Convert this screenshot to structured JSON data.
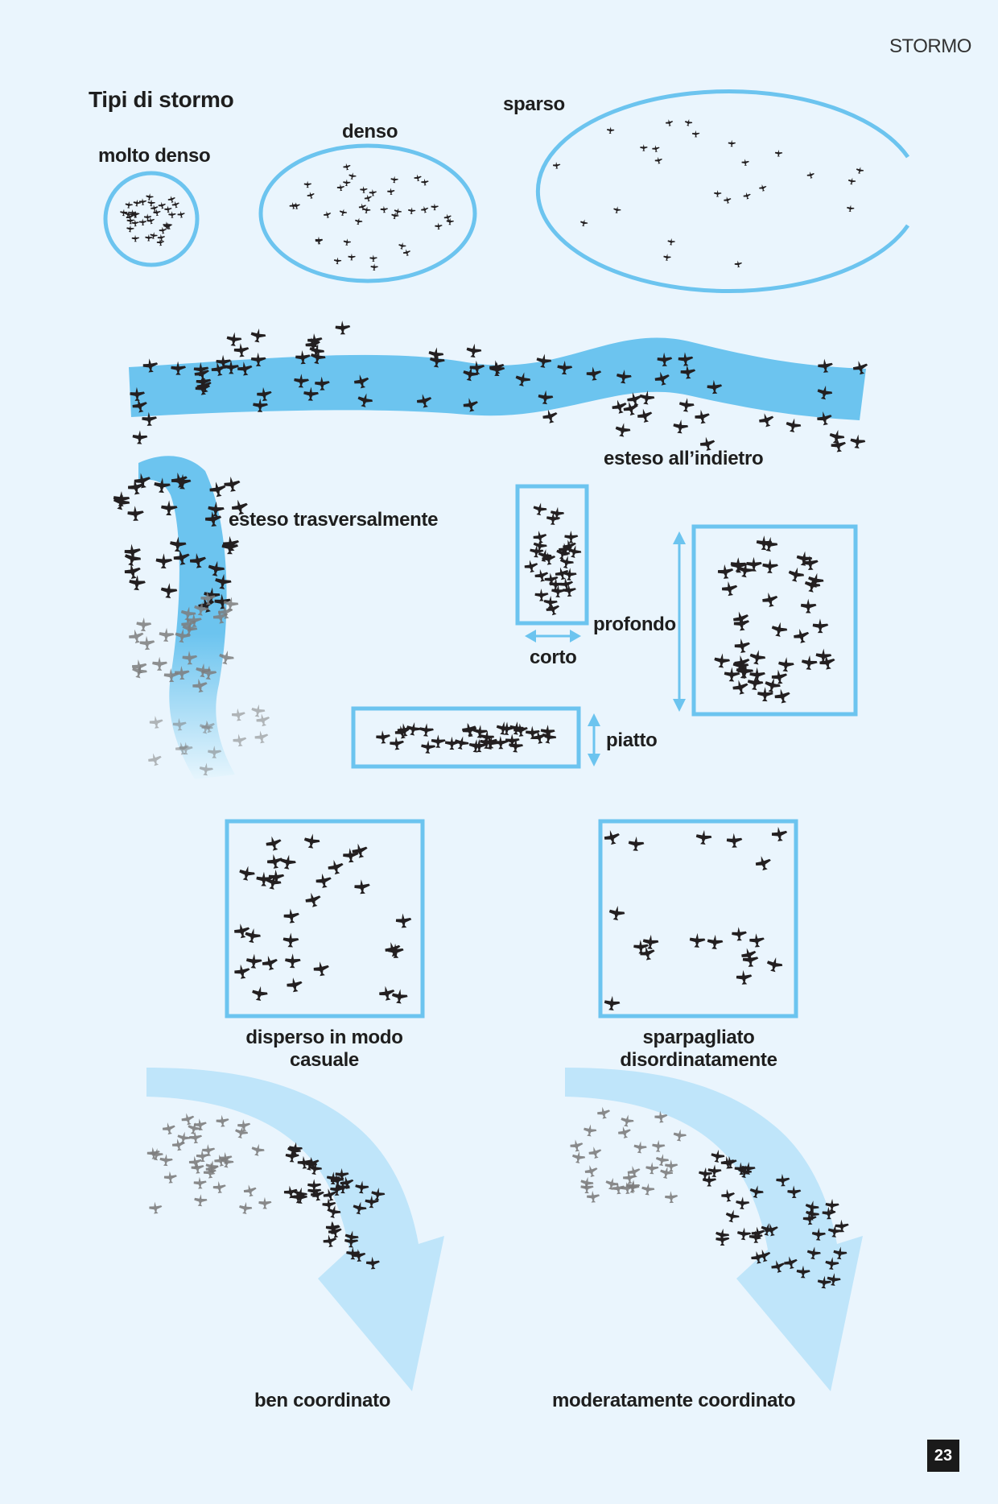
{
  "header": "STORMO",
  "page_number": "23",
  "title": "Tipi di stormo",
  "labels": {
    "molto_denso": "molto denso",
    "denso": "denso",
    "sparso": "sparso",
    "esteso_indietro": "esteso all’indietro",
    "esteso_trasversalmente": "esteso trasversalmente",
    "profondo": "profondo",
    "corto": "corto",
    "piatto": "piatto",
    "disperso_line1": "disperso in modo",
    "disperso_line2": "casuale",
    "sparpagliato_line1": "sparpagliato",
    "sparpagliato_line2": "disordinatamente",
    "ben_coordinato": "ben coordinato",
    "moderatamente_coordinato": "moderatamente coordinato"
  },
  "colors": {
    "background": "#eaf5fd",
    "band": "#6cc4ef",
    "outline": "#6cc4ef",
    "arrow_light": "#bfe5fa",
    "bird": "#231f20",
    "bird_faded": "#7d7d7d"
  },
  "icons": {
    "bird": "bird-silhouette-icon",
    "double_arrow": "double-arrow-icon"
  }
}
